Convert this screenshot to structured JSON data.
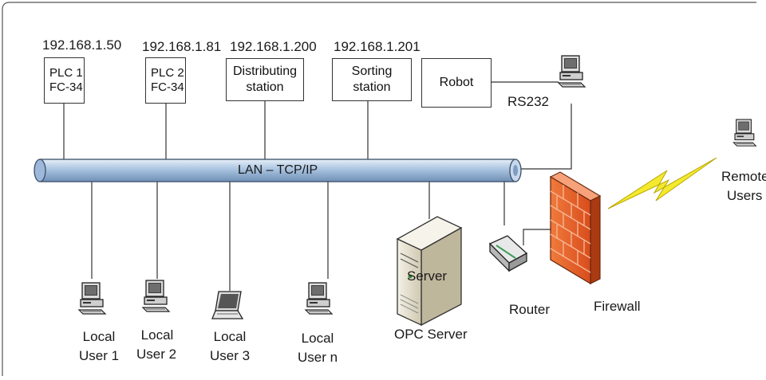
{
  "diagram": {
    "ips": {
      "plc1": "192.168.1.50",
      "plc2": "192.168.1.81",
      "distributing": "192.168.1.200",
      "sorting": "192.168.1.201"
    },
    "boxes": {
      "plc1_line1": "PLC 1",
      "plc1_line2": "FC-34",
      "plc2_line1": "PLC 2",
      "plc2_line2": "FC-34",
      "distributing_line1": "Distributing",
      "distributing_line2": "station",
      "sorting_line1": "Sorting",
      "sorting_line2": "station",
      "robot": "Robot"
    },
    "lan_label": "LAN – TCP/IP",
    "rs232": "RS232",
    "remote_line1": "Remote",
    "remote_line2": "Users",
    "local1_line1": "Local",
    "local1_line2": "User 1",
    "local2_line1": "Local",
    "local2_line2": "User 2",
    "local3_line1": "Local",
    "local3_line2": "User 3",
    "localn_line1": "Local",
    "localn_line2": "User n",
    "server_text": "Server",
    "opc_server": "OPC Server",
    "router": "Router",
    "firewall": "Firewall"
  },
  "colors": {
    "lan_pipe": "#a9c3e0",
    "firewall": "#e8602a",
    "lightning": "#f3ea2e",
    "frame": "#555555"
  }
}
